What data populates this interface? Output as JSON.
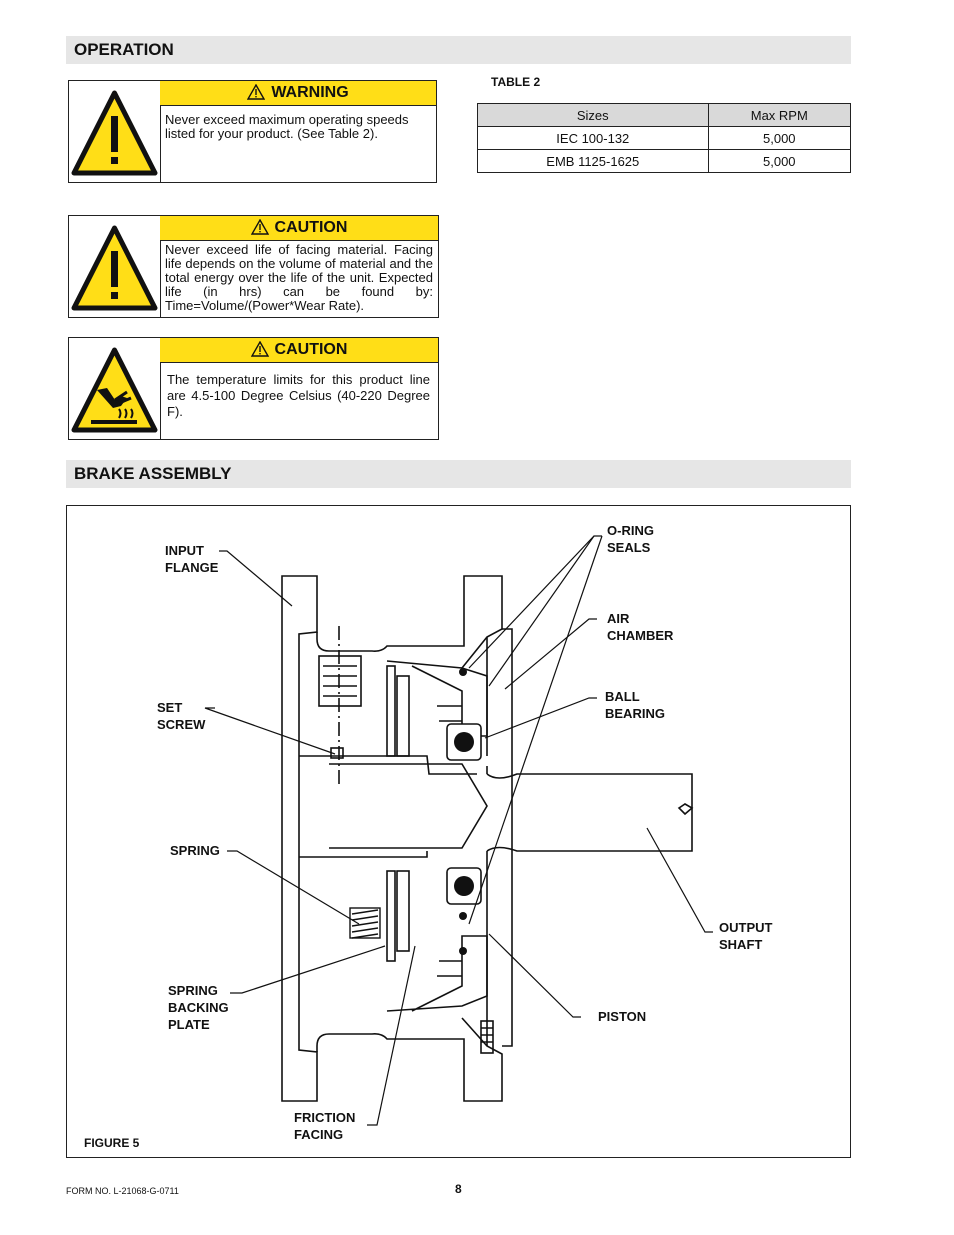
{
  "sections": {
    "operation_title": "OPERATION",
    "brake_title": "BRAKE ASSEMBLY"
  },
  "warning": {
    "heading": "WARNING",
    "text": "Never exceed maximum operating speeds listed for your product.  (See Table 2)."
  },
  "caution1": {
    "heading": "CAUTION",
    "text": "Never exceed life of facing material. Facing life depends on the volume of material and the total energy over the life of the unit. Expected life (in hrs) can be found by: Time=Volume/(Power*Wear Rate)."
  },
  "caution2": {
    "heading": "CAUTION",
    "text": "The temperature limits for this product line are 4.5-100 Degree Celsius (40-220 Degree F)."
  },
  "table2": {
    "caption": "TABLE  2",
    "headers": [
      "Sizes",
      "Max RPM"
    ],
    "rows": [
      [
        "IEC 100-132",
        "5,000"
      ],
      [
        "EMB 1125-1625",
        "5,000"
      ]
    ]
  },
  "figure": {
    "caption": "FIGURE  5",
    "labels": {
      "input_flange": [
        "INPUT",
        "FLANGE"
      ],
      "o_ring_seals": [
        "O-RING",
        "SEALS"
      ],
      "air_chamber": [
        "AIR",
        "CHAMBER"
      ],
      "ball_bearing": [
        "BALL",
        "BEARING"
      ],
      "set_screw": [
        "SET",
        "SCREW"
      ],
      "spring": [
        "SPRING"
      ],
      "output_shaft": [
        "OUTPUT",
        "SHAFT"
      ],
      "spring_backing_plate": [
        "SPRING",
        "BACKING",
        "PLATE"
      ],
      "piston": [
        "PISTON"
      ],
      "friction_facing": [
        "FRICTION",
        "FACING"
      ]
    }
  },
  "footer": {
    "form_no": "FORM NO. L-21068-G-0711",
    "page": "8"
  },
  "colors": {
    "notice_yellow": "#ffde17",
    "band_gray": "#e6e6e6"
  }
}
